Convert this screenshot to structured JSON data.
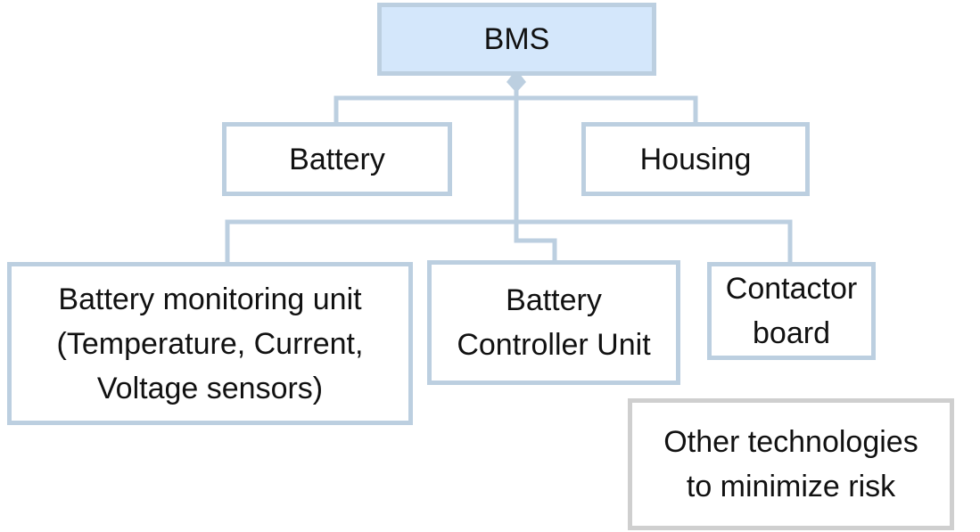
{
  "diagram": {
    "root": {
      "label": "BMS"
    },
    "level1": [
      {
        "label": "Battery"
      },
      {
        "label": "Housing"
      }
    ],
    "level2": [
      {
        "lines": [
          "Battery monitoring unit",
          "(Temperature, Current,",
          "Voltage sensors)"
        ]
      },
      {
        "lines": [
          "Battery",
          "Controller Unit"
        ]
      },
      {
        "lines": [
          "Contactor",
          "board"
        ]
      }
    ],
    "extra": {
      "lines": [
        "Other technologies",
        "to minimize risk"
      ]
    }
  },
  "colors": {
    "box_border": "#bccfe0",
    "root_fill": "#d4e7fb",
    "extra_border": "#cfcfcf",
    "text": "#111111"
  }
}
